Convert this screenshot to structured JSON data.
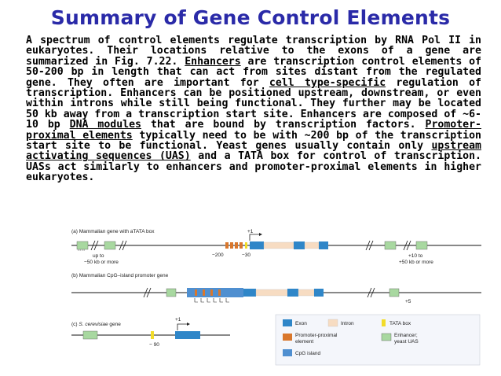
{
  "title": "Summary of Gene Control Elements",
  "paragraph": {
    "p1": "A spectrum of control elements regulate transcription by RNA Pol II in eukaryotes. Their locations relative to the exons of a gene are summarized in Fig. 7.22. ",
    "u1": "Enhancers",
    "p2": " are transcription control elements of 50-200 bp in length that can act from sites distant from the regulated gene. They often are important for ",
    "u2": "cell type-specific",
    "p3": " regulation of transcription. Enhancers can be positioned upstream, downstream, or even within introns while still being functional. They further may be located 50 kb away from a transcription start site. Enhancers are composed of ~6-10 bp ",
    "u3": "DNA modules",
    "p4": " that are bound by transcription factors. ",
    "u4": "Promoter-proximal elements",
    "p5": " typically need to be with ~200 bp of the transcription start site to be functional. Yeast genes usually contain only ",
    "u5": "upstream activating sequences (UAS)",
    "p6": " and a TATA box for control of transcription. UASs act similarly to enhancers and promoter-proximal elements in higher eukaryotes."
  },
  "figure": {
    "panel_a": "(a) Mammalian gene with aTATA box",
    "panel_b": "(b) Mammalian CpG–island promoter gene",
    "panel_c_prefix": "(c) ",
    "panel_c_species": "S. cerevisiae",
    "panel_c_suffix": " gene",
    "plus1": "+1",
    "up_to_1": "up to",
    "up_to_2": "−50 kb or more",
    "minus200": "−200",
    "minus30": "−30",
    "plus10": "+10 to",
    "plus50": "+50 kb or more",
    "plus5": "+5",
    "minus90": "− 90",
    "legend": {
      "exon": "Exon",
      "intron": "Intron",
      "tata": "TATA box",
      "ppe_1": "Promoter-proximal",
      "ppe_2": "element",
      "enh_1": "Enhancer;",
      "enh_2": "yeast UAS",
      "cpg": "CpG island"
    },
    "colors": {
      "exon": "#2f86c8",
      "intron": "#f7dcc2",
      "tata": "#f2dc2a",
      "ppe": "#d9772c",
      "enhancer": "#a8d8a0",
      "cpg": "#4f8fd0",
      "arrow_dark": "#222222"
    }
  }
}
